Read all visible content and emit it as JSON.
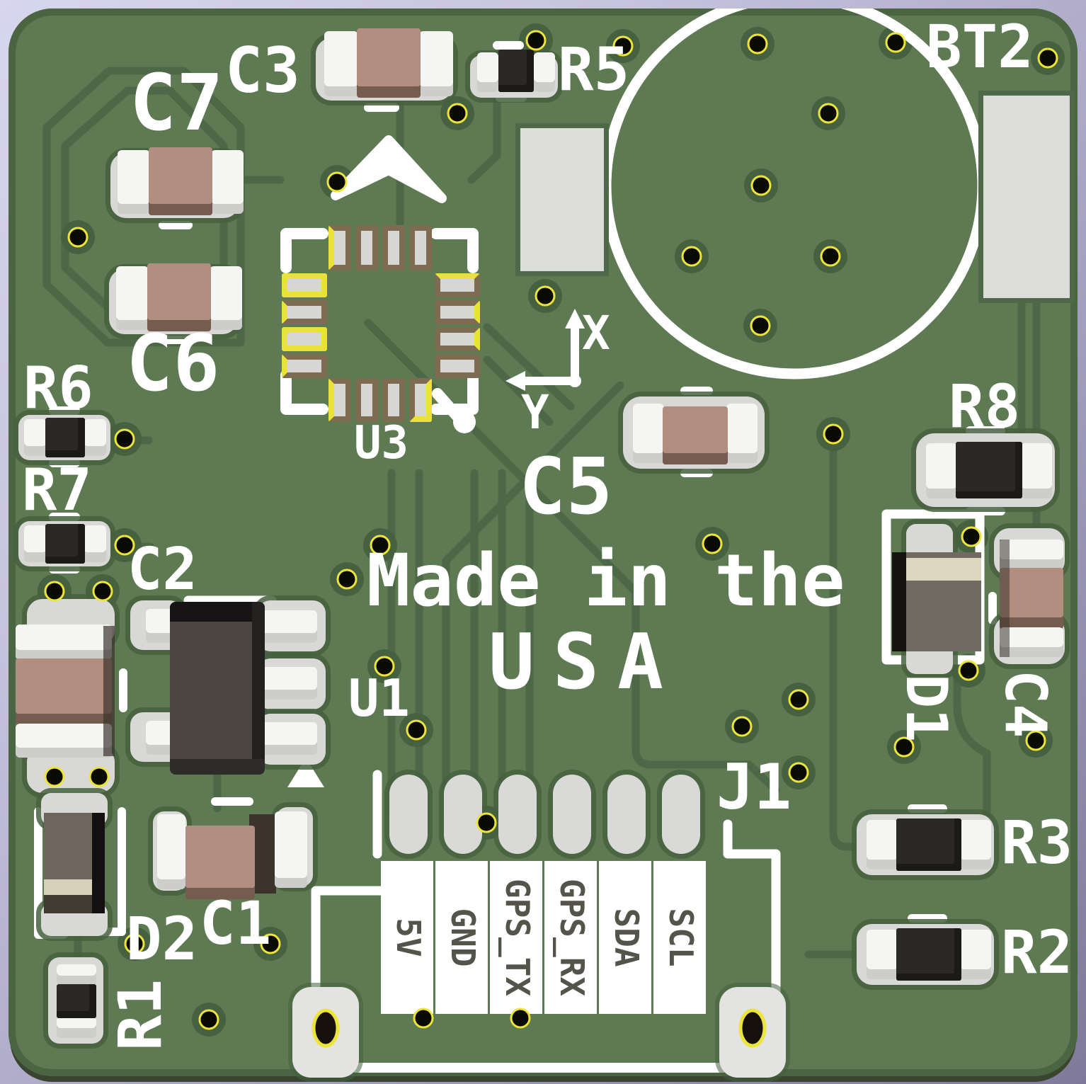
{
  "app": {
    "type": "pcb-3d-render",
    "view": "top"
  },
  "refdes": {
    "c1": "C1",
    "c2": "C2",
    "c3": "C3",
    "c4": "C4",
    "c5": "C5",
    "c6": "C6",
    "c7": "C7",
    "r1": "R1",
    "r2": "R2",
    "r3": "R3",
    "r5": "R5",
    "r6": "R6",
    "r7": "R7",
    "r8": "R8",
    "u1": "U1",
    "u3": "U3",
    "d1": "D1",
    "d2": "D2",
    "bt2": "BT2",
    "j1": "J1"
  },
  "silkscreen": {
    "made_line1": "Made in the",
    "made_line2": "USA"
  },
  "axis": {
    "x": "X",
    "y": "Y"
  },
  "connector": {
    "name": "J1",
    "pins": [
      "5V",
      "GND",
      "GPS_TX",
      "GPS_RX",
      "SDA",
      "SCL"
    ]
  },
  "colors": {
    "board_green": "#5d7a52",
    "board_edge": "#4a6541",
    "trace_green": "#4c6847",
    "silkscreen_white": "#ffffff",
    "pad_grey": "#d8d8d6",
    "capacitor_brown": "#b18e80",
    "resistor_black": "#2b2927",
    "drill_ring_yellow": "#ece43b",
    "pin_text_grey": "#55544b",
    "background_top": "#d8d5ee",
    "background_bottom": "#7f7a99"
  }
}
